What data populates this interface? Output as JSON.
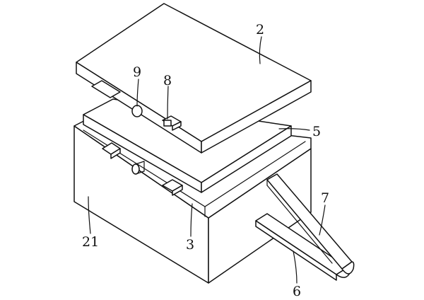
{
  "labels": {
    "top_plate": "2",
    "knob": "9",
    "slot_block": "8",
    "middle_plate": "5",
    "handle_arm": "7",
    "base_box": "21",
    "base_top": "3",
    "handle_bar": "6"
  },
  "colors": {
    "stroke": "#111111",
    "fill": "#ffffff"
  }
}
